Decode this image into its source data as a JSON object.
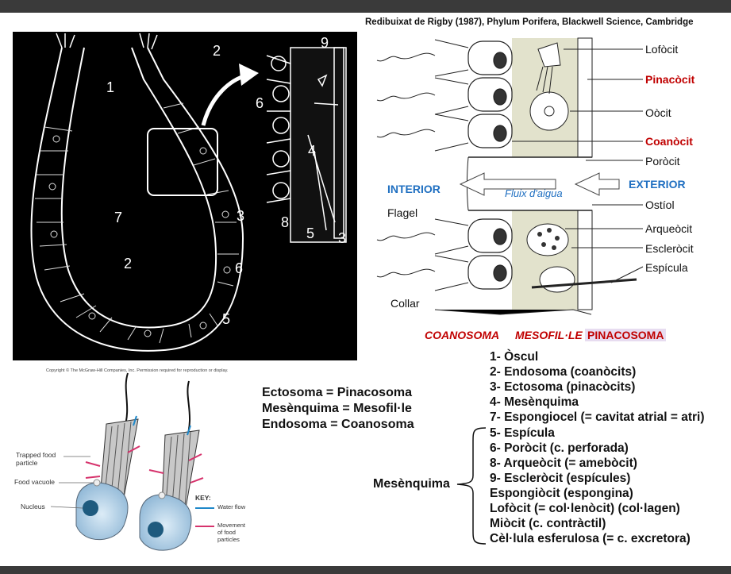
{
  "credit": "Redibuixat de Rigby (1987), Phylum Porifera, Blackwell Science, Cambridge",
  "sponge_numbers": {
    "n1": "1",
    "n2a": "2",
    "n9": "9",
    "n6a": "6",
    "n4": "4",
    "n7": "7",
    "n3a": "3",
    "n8": "8",
    "n5a": "5",
    "n3b": "3",
    "n2b": "2",
    "n6b": "6",
    "n5b": "5"
  },
  "cell_labels": {
    "lofocit": "Lofòcit",
    "pinacocit": "Pinacòcit",
    "oocit": "Oòcit",
    "coanocit": "Coanòcit",
    "porocit": "Poròcit",
    "interior": "INTERIOR",
    "fluix": "Fluix d'aigua",
    "exterior": "EXTERIOR",
    "flagel": "Flagel",
    "ostiol": "Ostíol",
    "arqueocit": "Arqueòcit",
    "esclerocit": "Escleròcit",
    "espicula": "Espícula",
    "collar": "Collar"
  },
  "regions": {
    "coanosoma": "COANOSOMA",
    "mesofile": "MESOFIL·LE",
    "pinacosoma": "PINACOSOMA"
  },
  "equivalences": [
    "Ectosoma = Pinacosoma",
    "Mesènquima = Mesofil·le",
    "Endosoma = Coanosoma"
  ],
  "list_main": [
    "1- Òscul",
    "2- Endosoma (coanòcits)",
    "3- Ectosoma (pinacòcits)",
    "4- Mesènquima",
    "7- Espongiocel (= cavitat atrial = atri)"
  ],
  "mesenquima_label": "Mesènquima",
  "list_mesenquima": [
    "5- Espícula",
    "6- Poròcit (c. perforada)",
    "8- Arqueòcit (= amebòcit)",
    "9- Escleròcit (espícules)",
    "Espongiòcit (espongina)",
    "Lofòcit (= col·lenòcit) (col·lagen)",
    "Miòcit (c. contràctil)",
    "Cèl·lula esferulosa (= c. excretora)"
  ],
  "choano": {
    "copyright": "Copyright © The McGraw-Hill Companies, Inc. Permission required for reproduction or display.",
    "trapped": "Trapped food particle",
    "vacuole": "Food vacuole",
    "nucleus": "Nucleus",
    "key": "KEY:",
    "water": "Water flow",
    "movement": "Movement of food particles"
  },
  "colors": {
    "accent_red": "#c00000",
    "accent_blue": "#1f6fc1",
    "highlight": "#e7dcf0",
    "bar": "#3a3a3a"
  }
}
